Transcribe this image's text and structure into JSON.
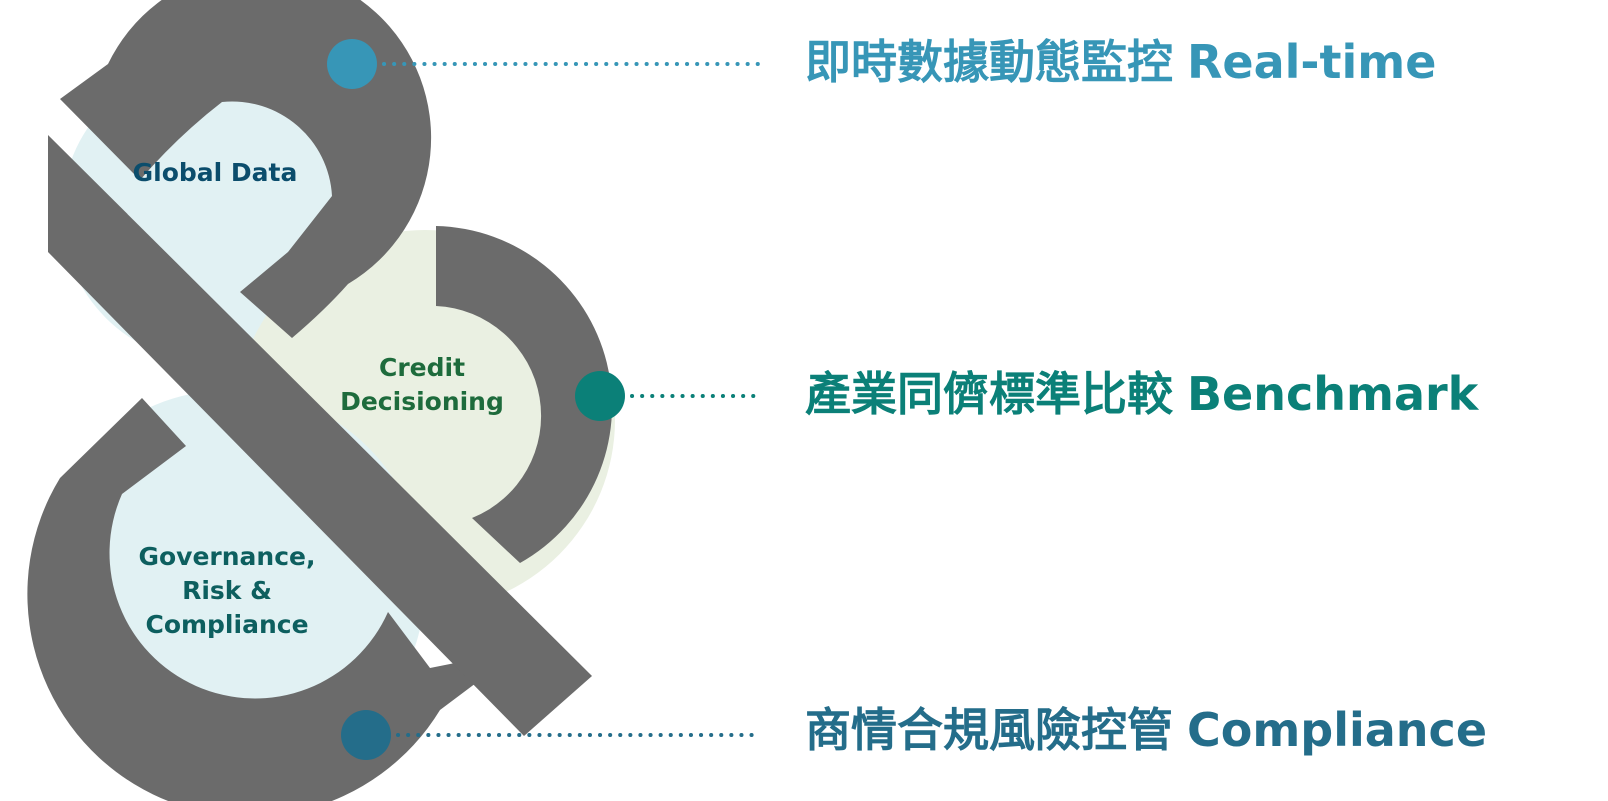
{
  "colors": {
    "ribbon": "#6b6b6b",
    "bubble_blue": "#e1f1f3",
    "bubble_green": "#eaf0e2",
    "label_blue": "#0b4d6c",
    "label_green": "#1e6b3c",
    "label_teal": "#0d5f5f",
    "realtime": "#3796b7",
    "benchmark": "#0b8078",
    "compliance": "#246d8a"
  },
  "bubbles": {
    "global_data": {
      "line1": "Global Data"
    },
    "credit": {
      "line1": "Credit",
      "line2": "Decisioning"
    },
    "governance": {
      "line1": "Governance,",
      "line2": "Risk &",
      "line3": "Compliance"
    }
  },
  "features": [
    {
      "zh": "即時數據動態監控",
      "en": "Real-time",
      "color": "realtime",
      "icon": "realtime-dot"
    },
    {
      "zh": "產業同儕標準比較",
      "en": "Benchmark",
      "color": "benchmark",
      "icon": "benchmark-dot"
    },
    {
      "zh": "商情合規風險控管",
      "en": "Compliance",
      "color": "compliance",
      "icon": "compliance-dot"
    }
  ]
}
